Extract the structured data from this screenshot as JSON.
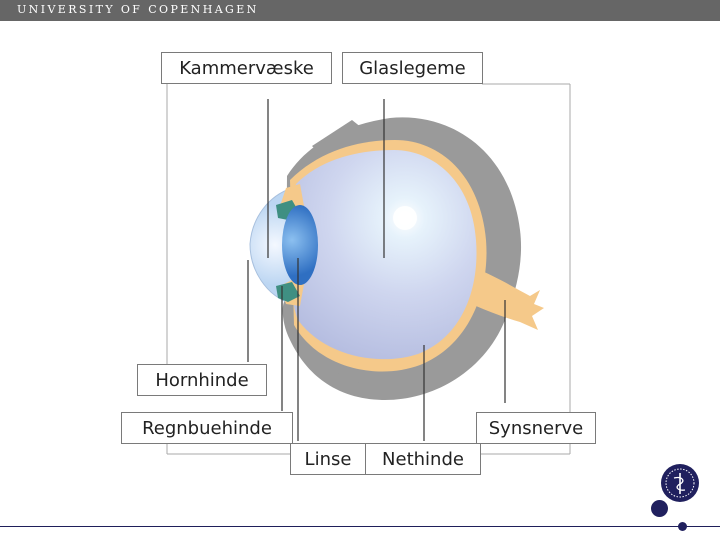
{
  "header": {
    "university": "UNIVERSITY OF COPENHAGEN"
  },
  "labels": {
    "kammervaeske": "Kammervæske",
    "glaslegeme": "Glaslegeme",
    "hornhinde": "Hornhinde",
    "regnbuehinde": "Regnbuehinde",
    "synsnerve": "Synsnerve",
    "linse": "Linse",
    "nethinde": "Nethinde"
  },
  "colors": {
    "header_bar": "#666666",
    "sclera": "#9a9a9a",
    "choroid": "#f5c98a",
    "vitreous": "#c5cce8",
    "lens": "#4a86cf",
    "iris": "#3f8f82",
    "seal": "#20205e"
  },
  "icons": {
    "seal": "university-seal-icon"
  }
}
